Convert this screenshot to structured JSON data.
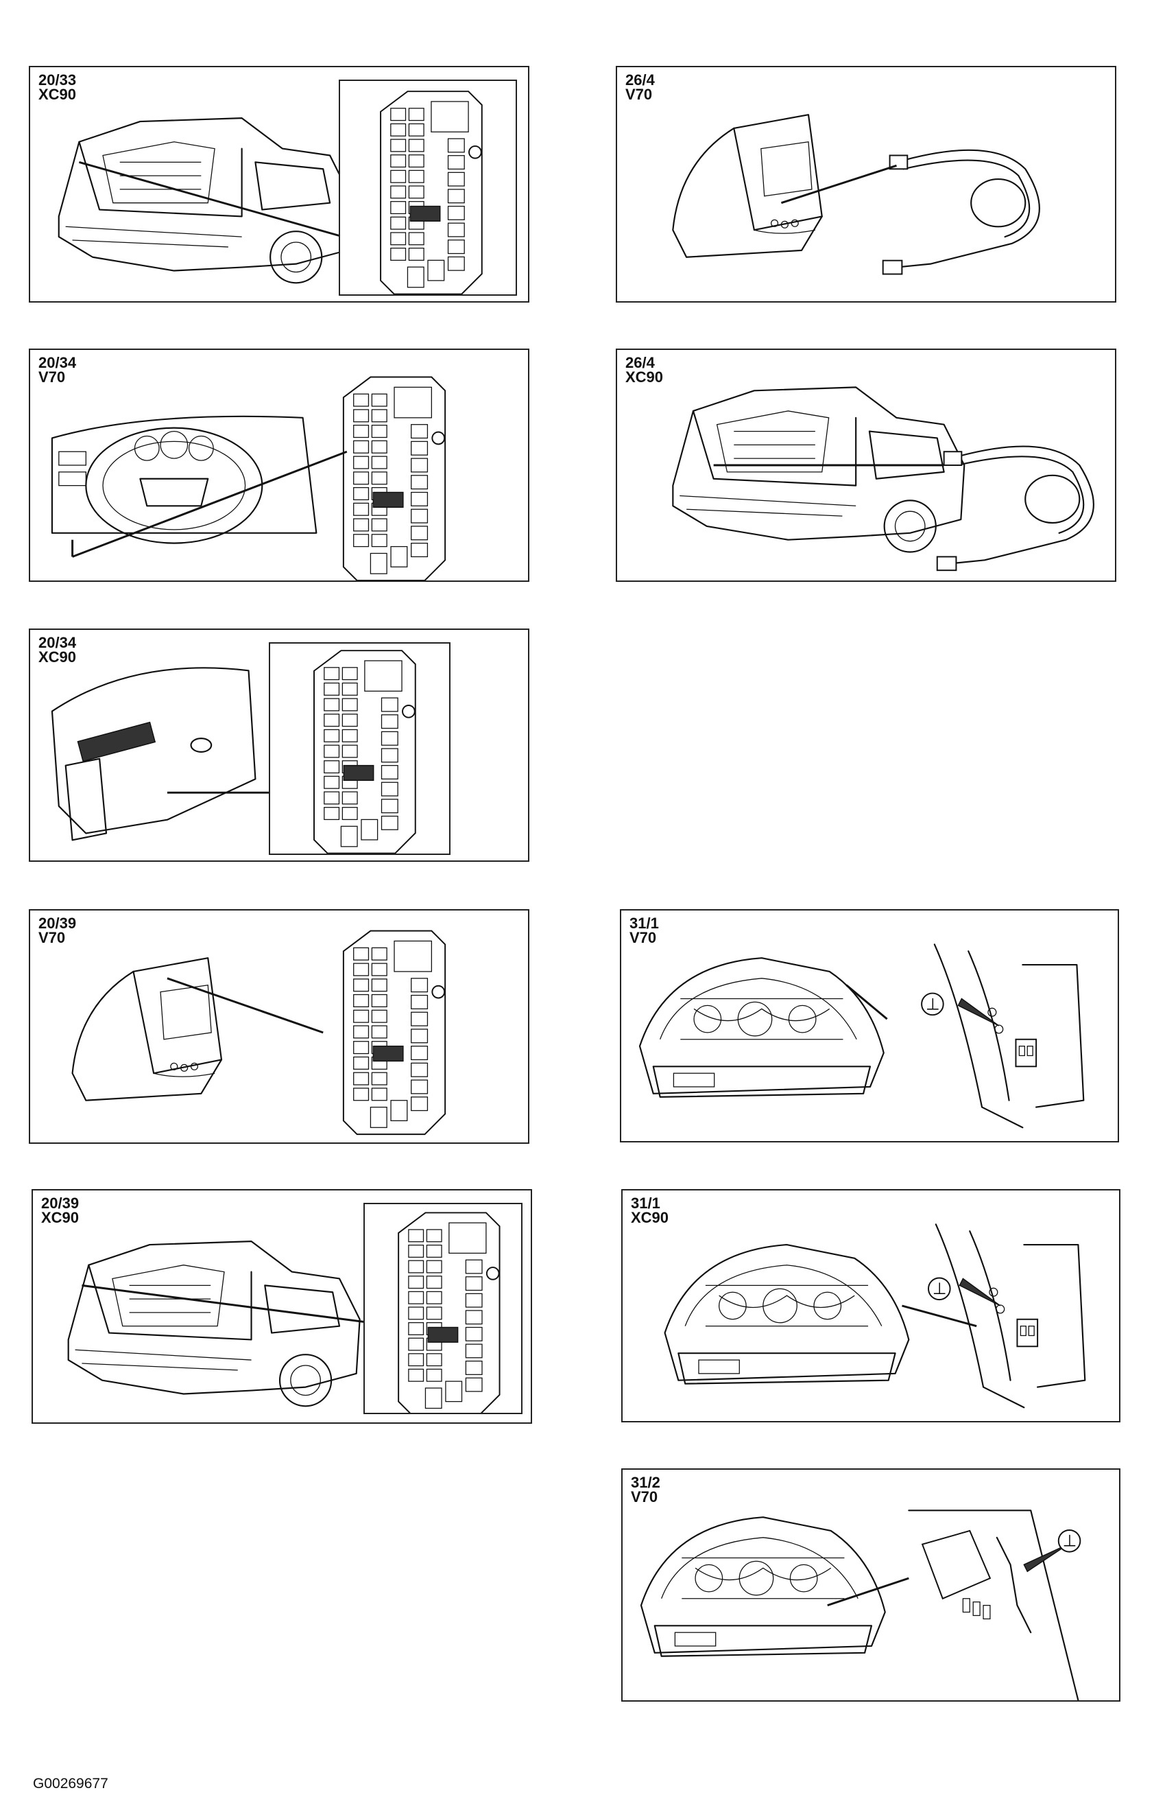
{
  "panels": [
    {
      "id": "p1",
      "code": "20/33",
      "model": "XC90"
    },
    {
      "id": "p2",
      "code": "26/4",
      "model": "V70"
    },
    {
      "id": "p3",
      "code": "20/34",
      "model": "V70"
    },
    {
      "id": "p4",
      "code": "26/4",
      "model": "XC90"
    },
    {
      "id": "p5",
      "code": "20/34",
      "model": "XC90"
    },
    {
      "id": "p6",
      "code": "20/39",
      "model": "V70"
    },
    {
      "id": "p7",
      "code": "31/1",
      "model": "V70"
    },
    {
      "id": "p8",
      "code": "20/39",
      "model": "XC90"
    },
    {
      "id": "p9",
      "code": "31/1",
      "model": "XC90"
    },
    {
      "id": "p10",
      "code": "31/2",
      "model": "V70"
    }
  ],
  "ground_symbol": "⊥",
  "footer": {
    "figure_id": "G00269677"
  }
}
